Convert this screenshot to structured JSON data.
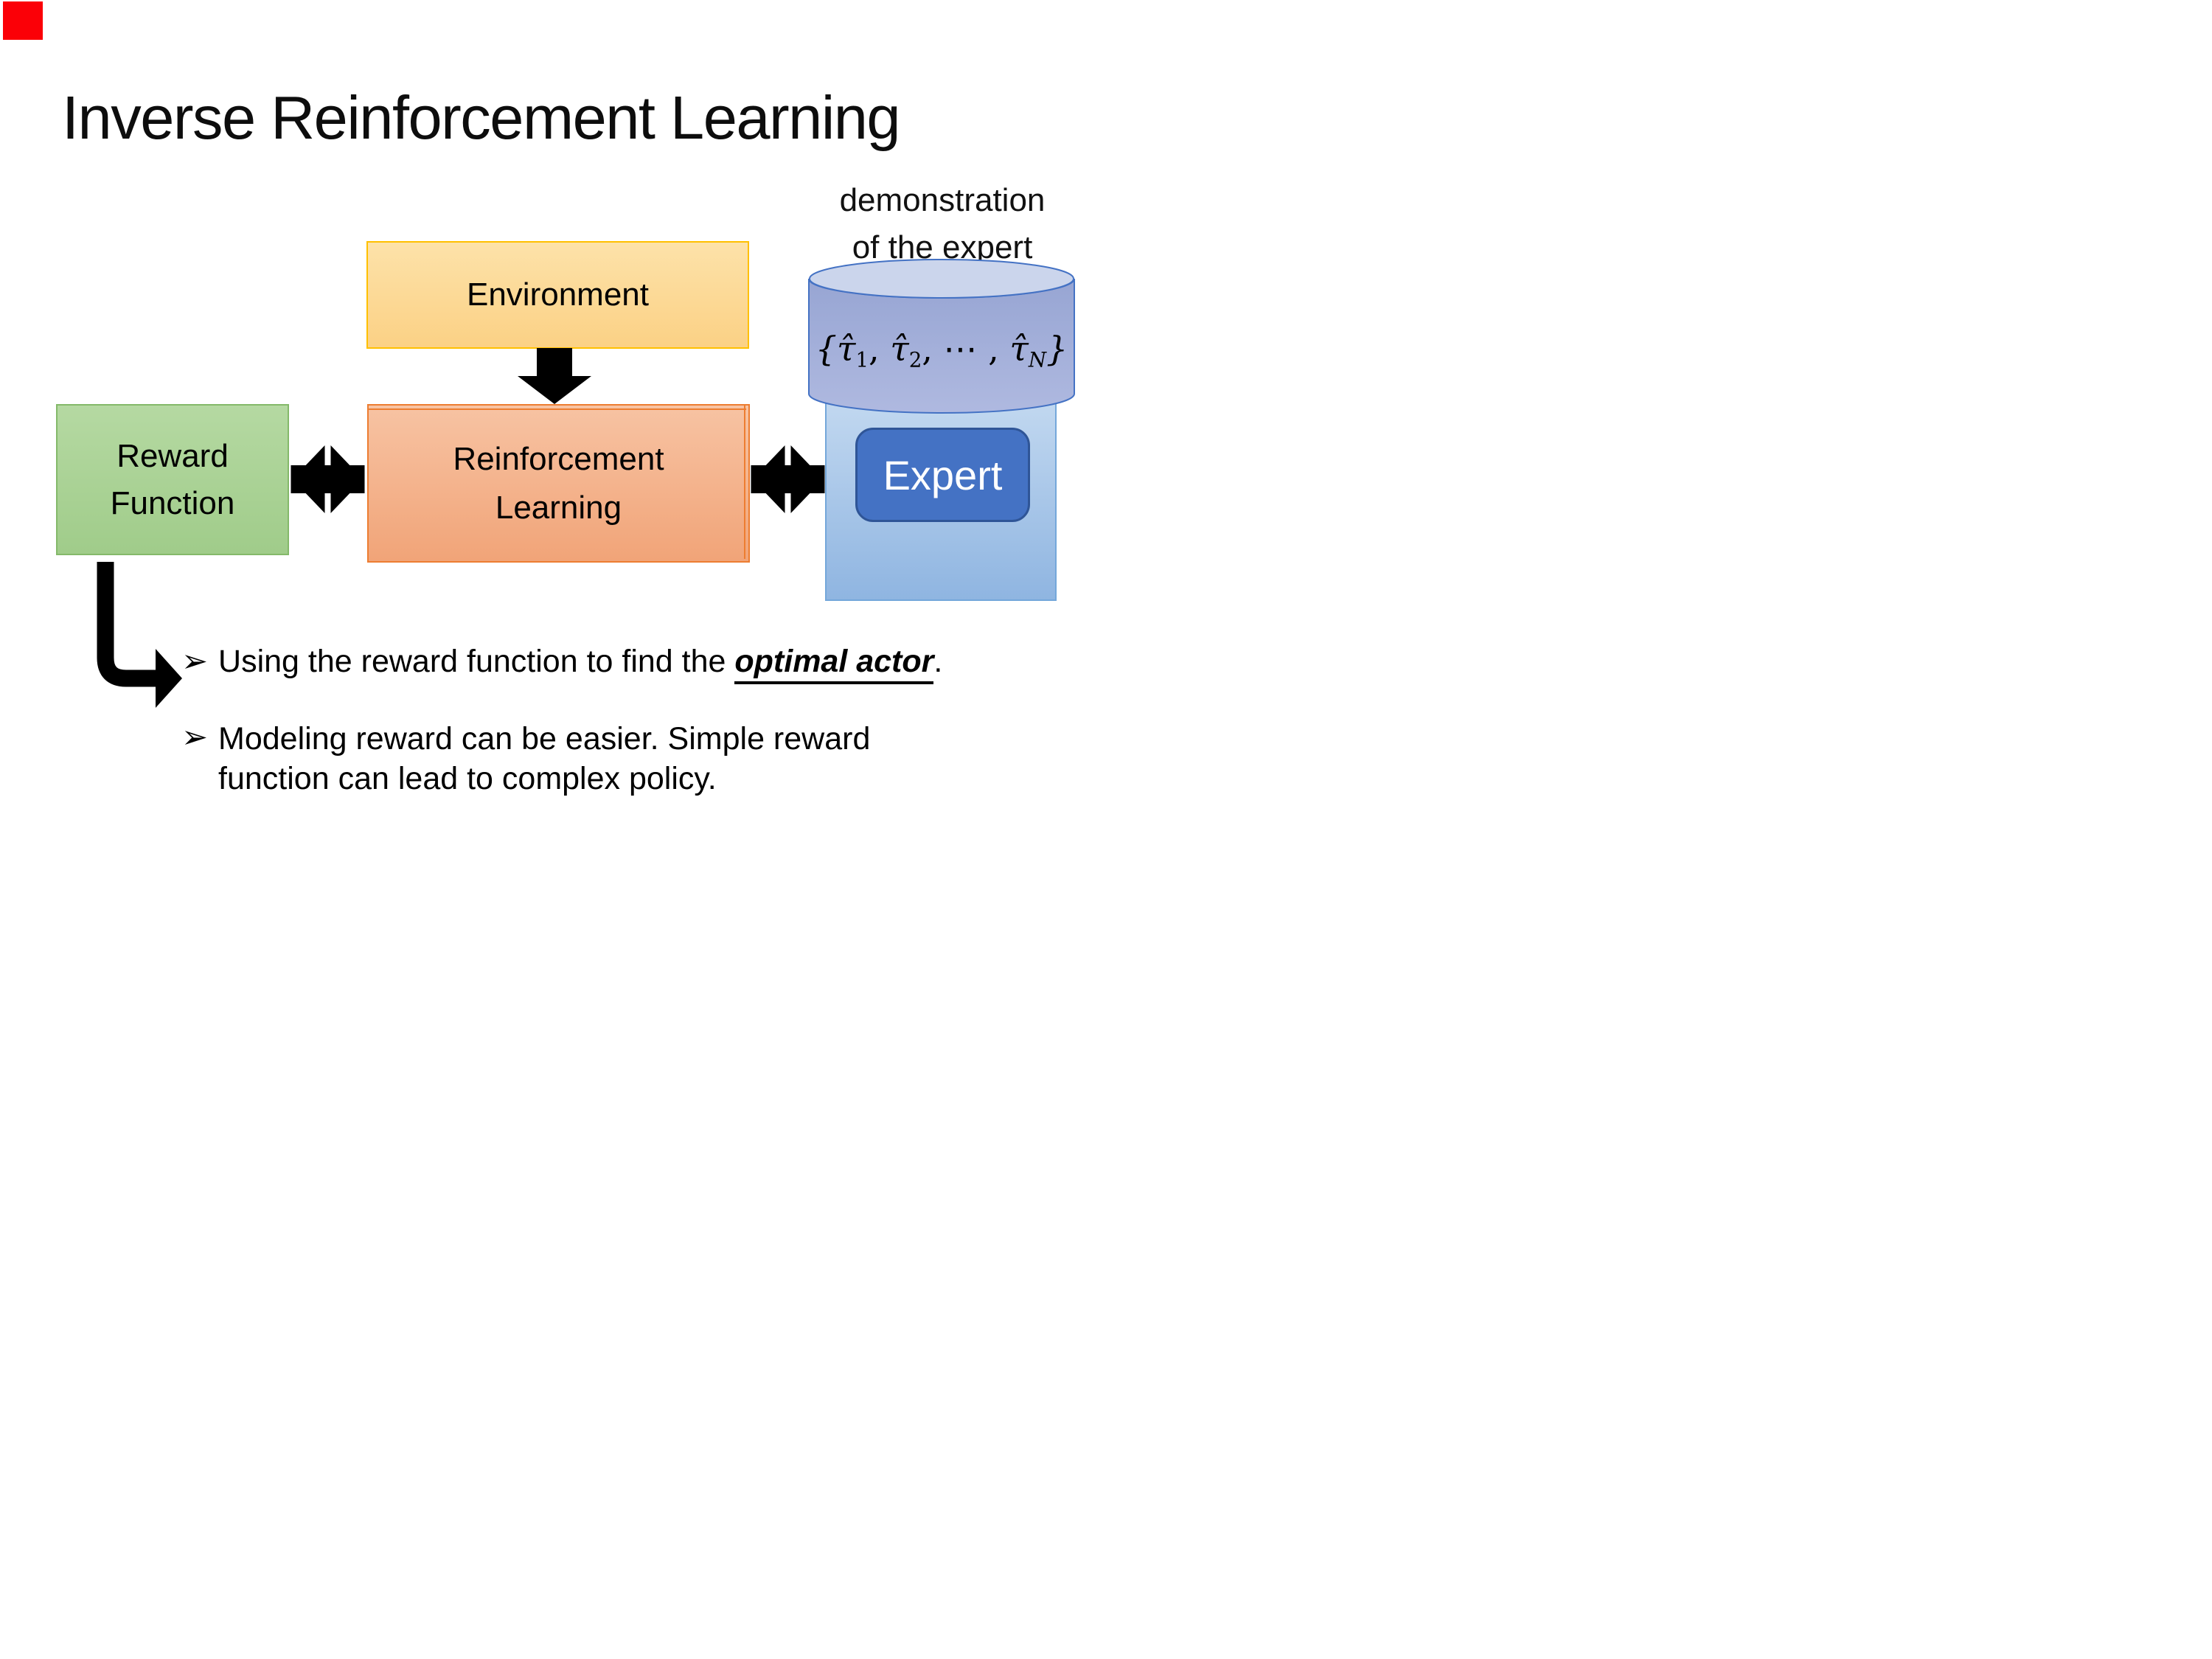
{
  "slide": {
    "title": "Inverse Reinforcement Learning"
  },
  "corner": {
    "color": "#fb0007"
  },
  "demo": {
    "line1": "demonstration",
    "line2": "of the expert"
  },
  "env": {
    "label": "Environment"
  },
  "reward": {
    "line1": "Reward",
    "line2": "Function"
  },
  "rl": {
    "line1": "Reinforcement",
    "line2": "Learning"
  },
  "expert": {
    "label": "Expert"
  },
  "formula": {
    "open": "{",
    "t1": "τ̂",
    "s1": "1",
    "c1": ", ",
    "t2": "τ̂",
    "s2": "2",
    "c2": ", ",
    "dots": "⋯",
    "c3": " , ",
    "tn": "τ̂",
    "sn": "N",
    "close": "}"
  },
  "bullets": {
    "marker": "➢",
    "item1": {
      "prefix": "Using the reward function to find the ",
      "emphasis": "optimal actor",
      "suffix": "."
    },
    "item2": {
      "line1": "Modeling reward can be easier. Simple reward",
      "line2": "function can lead to complex policy."
    }
  },
  "colors": {
    "environment_fill": "#FBD185",
    "environment_border": "#FFC000",
    "reward_fill": "#A9D18E",
    "reward_border": "#84B96A",
    "rl_fill": "#F4B183",
    "rl_border": "#ED7D31",
    "expert_fill": "#4472C4",
    "expert_border": "#2F5597",
    "expert_container_fill": "#9DC3E6",
    "expert_container_border": "#74A7DA",
    "cylinder_body_fill": "#A3B0DA",
    "cylinder_top_fill": "#CBD5EC",
    "cylinder_border": "#4472C4",
    "arrow_color": "#000000",
    "text_color": "#000000",
    "background": "#FFFFFF"
  }
}
